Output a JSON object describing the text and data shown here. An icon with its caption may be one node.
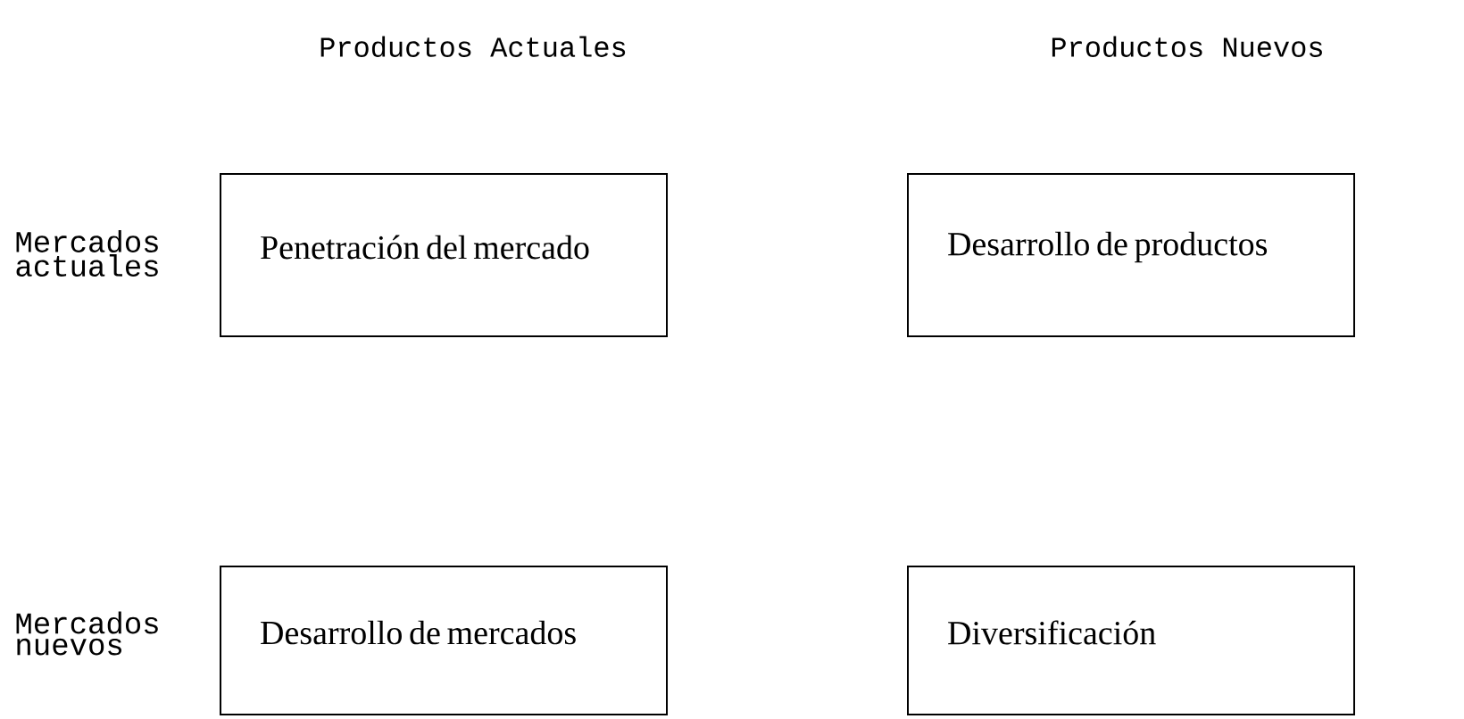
{
  "diagram": {
    "nodes": [
      {
        "text": [
          "Penetración del mercado"
        ]
      },
      {
        "text": [
          "Desarrollo de productos"
        ]
      },
      {
        "text": [
          "Desarrollo de mercados"
        ]
      },
      {
        "text": [
          "Diversificación"
        ]
      }
    ],
    "labels": [
      "Productos Actuales",
      "Productos Nuevos",
      "Mercados actuales",
      "Mercados nuevos"
    ]
  }
}
